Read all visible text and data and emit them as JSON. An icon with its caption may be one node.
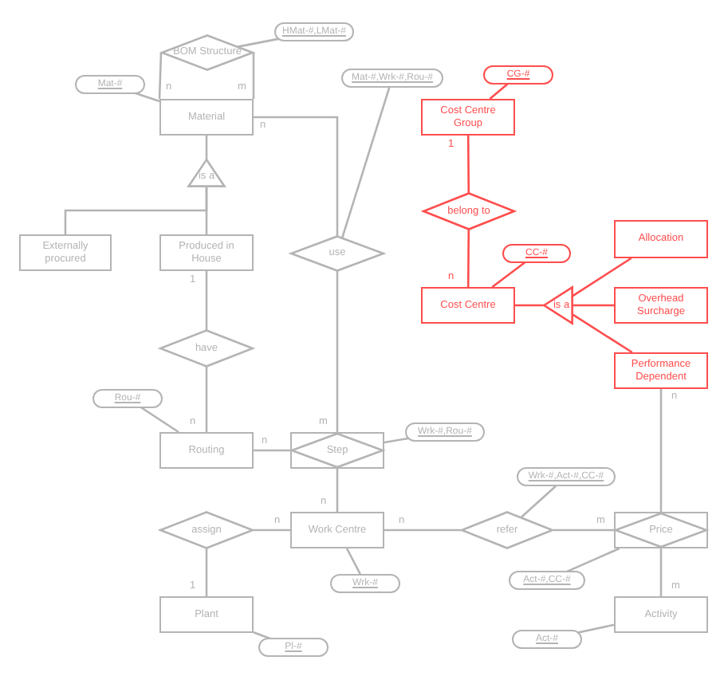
{
  "diagram": {
    "nodes": [
      {
        "text": [
          "HMat-#,LMat-#"
        ]
      },
      {
        "text": [
          "BOM Structure"
        ]
      },
      {
        "text": [
          "Mat-#,Wrk-#,Rou-#"
        ]
      },
      {
        "text": [
          "CG-#"
        ]
      },
      {
        "text": [
          "Mat-#"
        ]
      },
      {
        "text": [
          "Material"
        ]
      },
      {
        "text": [
          "Cost Centre Group"
        ]
      },
      {
        "text": [
          "is a"
        ]
      },
      {
        "text": [
          "belong to"
        ]
      },
      {
        "text": [
          "Allocation"
        ]
      },
      {
        "text": [
          "Externally procured"
        ]
      },
      {
        "text": [
          "Produced in House"
        ]
      },
      {
        "text": [
          "use"
        ]
      },
      {
        "text": [
          "CC-#"
        ]
      },
      {
        "text": [
          "Cost Centre"
        ]
      },
      {
        "text": [
          "is a"
        ]
      },
      {
        "text": [
          "Overhead Surcharge"
        ]
      },
      {
        "text": [
          "have"
        ]
      },
      {
        "text": [
          "Performance Dependent"
        ]
      },
      {
        "text": [
          "Rou-#"
        ]
      },
      {
        "text": [
          "Wrk-#,Rou-#"
        ]
      },
      {
        "text": [
          "Routing"
        ]
      },
      {
        "text": [
          "Step"
        ]
      },
      {
        "text": [
          "Wrk-#,Act-#,CC-#"
        ]
      },
      {
        "text": [
          "assign"
        ]
      },
      {
        "text": [
          "Work Centre"
        ]
      },
      {
        "text": [
          "refer"
        ]
      },
      {
        "text": [
          "Price"
        ]
      },
      {
        "text": [
          "Act-#,CC-#"
        ]
      },
      {
        "text": [
          "Wrk-#"
        ]
      },
      {
        "text": [
          "Plant"
        ]
      },
      {
        "text": [
          "Activity"
        ]
      },
      {
        "text": [
          "Act-#"
        ]
      },
      {
        "text": [
          "Pl-#"
        ]
      }
    ],
    "edges": [
      {
        "from": 1,
        "to": 0,
        "arrow": "none"
      },
      {
        "from": 1,
        "to": 5,
        "arrow": "none",
        "label": "n"
      },
      {
        "from": 1,
        "to": 5,
        "arrow": "none",
        "label": "m"
      },
      {
        "from": 4,
        "to": 5,
        "arrow": "none"
      },
      {
        "from": 5,
        "to": 7,
        "arrow": "none"
      },
      {
        "from": 7,
        "to": 10,
        "arrow": "none"
      },
      {
        "from": 7,
        "to": 11,
        "arrow": "none"
      },
      {
        "from": 5,
        "to": 12,
        "arrow": "none",
        "label": "n"
      },
      {
        "from": 2,
        "to": 12,
        "arrow": "none"
      },
      {
        "from": 12,
        "to": 22,
        "arrow": "none",
        "label": "m"
      },
      {
        "from": 11,
        "to": 17,
        "arrow": "none",
        "label": "1"
      },
      {
        "from": 17,
        "to": 21,
        "arrow": "none",
        "label": "n"
      },
      {
        "from": 19,
        "to": 21,
        "arrow": "none"
      },
      {
        "from": 21,
        "to": 22,
        "arrow": "none",
        "label": "n"
      },
      {
        "from": 22,
        "to": 20,
        "arrow": "none"
      },
      {
        "from": 22,
        "to": 25,
        "arrow": "none",
        "label": "n"
      },
      {
        "from": 24,
        "to": 25,
        "arrow": "none",
        "label": "n"
      },
      {
        "from": 24,
        "to": 30,
        "arrow": "none",
        "label": "1"
      },
      {
        "from": 30,
        "to": 33,
        "arrow": "none"
      },
      {
        "from": 25,
        "to": 29,
        "arrow": "none"
      },
      {
        "from": 25,
        "to": 26,
        "arrow": "none",
        "label": "n"
      },
      {
        "from": 26,
        "to": 27,
        "arrow": "none",
        "label": "m"
      },
      {
        "from": 26,
        "to": 23,
        "arrow": "none"
      },
      {
        "from": 27,
        "to": 28,
        "arrow": "none"
      },
      {
        "from": 27,
        "to": 31,
        "arrow": "none",
        "label": "m"
      },
      {
        "from": 31,
        "to": 32,
        "arrow": "none"
      },
      {
        "from": 18,
        "to": 27,
        "arrow": "none",
        "label": "n"
      },
      {
        "from": 3,
        "to": 6,
        "arrow": "none",
        "color": "#ff4d4d"
      },
      {
        "from": 6,
        "to": 8,
        "arrow": "none",
        "label": "1",
        "color": "#ff4d4d"
      },
      {
        "from": 8,
        "to": 14,
        "arrow": "none",
        "label": "n",
        "color": "#ff4d4d"
      },
      {
        "from": 13,
        "to": 14,
        "arrow": "none",
        "color": "#ff4d4d"
      },
      {
        "from": 14,
        "to": 15,
        "arrow": "none",
        "color": "#ff4d4d"
      },
      {
        "from": 15,
        "to": 9,
        "arrow": "none",
        "color": "#ff4d4d"
      },
      {
        "from": 15,
        "to": 16,
        "arrow": "none",
        "color": "#ff4d4d"
      },
      {
        "from": 15,
        "to": 18,
        "arrow": "none",
        "color": "#ff4d4d"
      }
    ]
  }
}
